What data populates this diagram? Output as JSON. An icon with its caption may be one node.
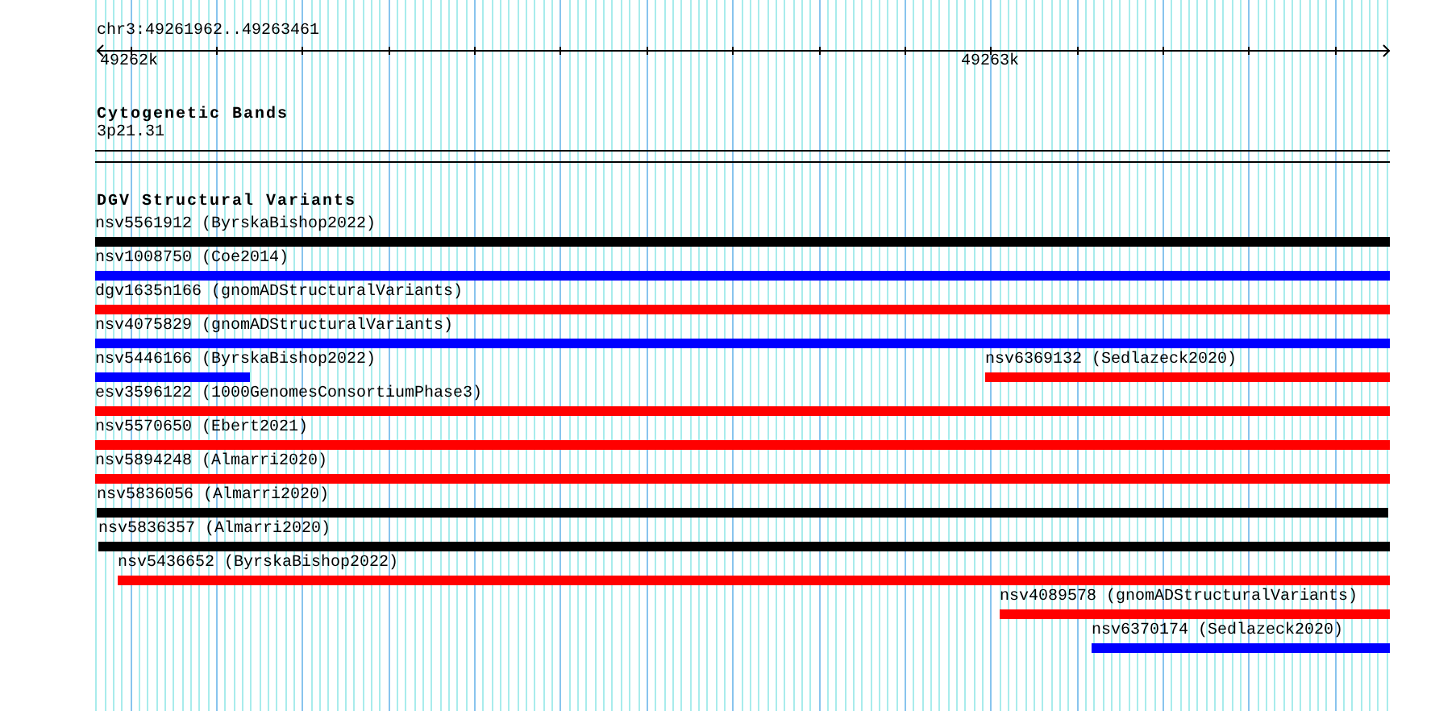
{
  "diagram": {
    "nodes": [
      {
        "text": [
          "nsv5561912 (ByrskaBishop2022)"
        ]
      },
      {
        "text": [
          "nsv1008750 (Coe2014)"
        ]
      },
      {
        "text": [
          "dgv1635n166 (gnomADStructuralVariants)"
        ]
      },
      {
        "text": [
          "nsv4075829 (gnomADStructuralVariants)"
        ]
      },
      {
        "text": [
          "nsv5446166 (ByrskaBishop2022)"
        ]
      },
      {
        "text": [
          "nsv6369132 (Sedlazeck2020)"
        ]
      },
      {
        "text": [
          "esv3596122 (1000GenomesConsortiumPhase3)"
        ]
      },
      {
        "text": [
          "nsv5570650 (Ebert2021)"
        ]
      },
      {
        "text": [
          "nsv5894248 (Almarri2020)"
        ]
      },
      {
        "text": [
          "nsv5836056 (Almarri2020)"
        ]
      },
      {
        "text": [
          "nsv5836357 (Almarri2020)"
        ]
      },
      {
        "text": [
          "nsv5436652 (ByrskaBishop2022)"
        ]
      },
      {
        "text": [
          "nsv4089578 (gnomADStructuralVariants)"
        ]
      },
      {
        "text": [
          "nsv6370174 (Sedlazeck2020)"
        ]
      }
    ],
    "labels": [
      "chr3:49261962..49263461",
      "49262k",
      "49263k",
      "Cytogenetic Bands",
      "3p21.31",
      "DGV Structural Variants"
    ]
  }
}
